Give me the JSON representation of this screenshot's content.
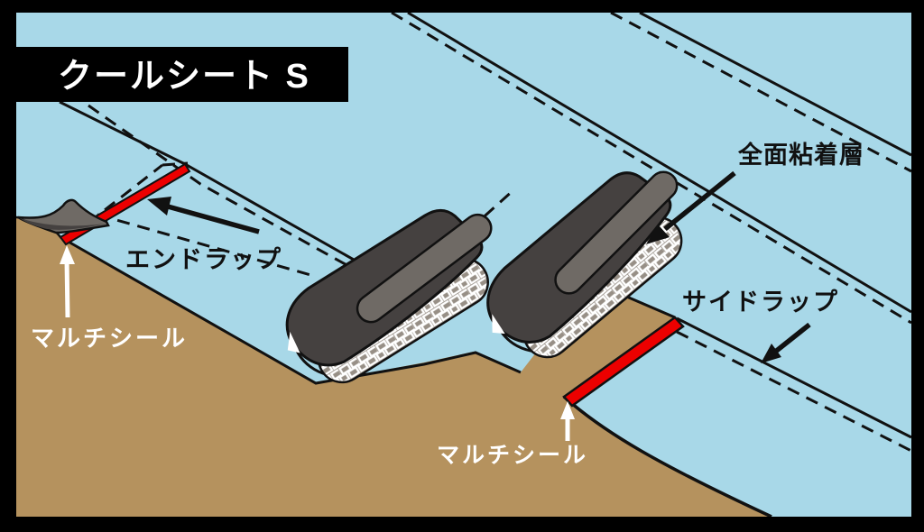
{
  "title": "クールシート S",
  "labels": {
    "adhesive_layer": "全面粘着層",
    "end_lap": "エンドラップ",
    "side_lap": "サイドラップ",
    "multi_seal_left": "マルチシール",
    "multi_seal_right": "マルチシール"
  },
  "colors": {
    "sheet_blue": "#a8d8e8",
    "deck_brown": "#b5925e",
    "seal_red": "#ec0000",
    "roll_dark_gray": "#454140",
    "roll_light_gray": "#6f6a65",
    "liner_gray": "#978f86",
    "outline_black": "#111111",
    "label_white": "#ffffff",
    "frame_black": "#000000"
  }
}
